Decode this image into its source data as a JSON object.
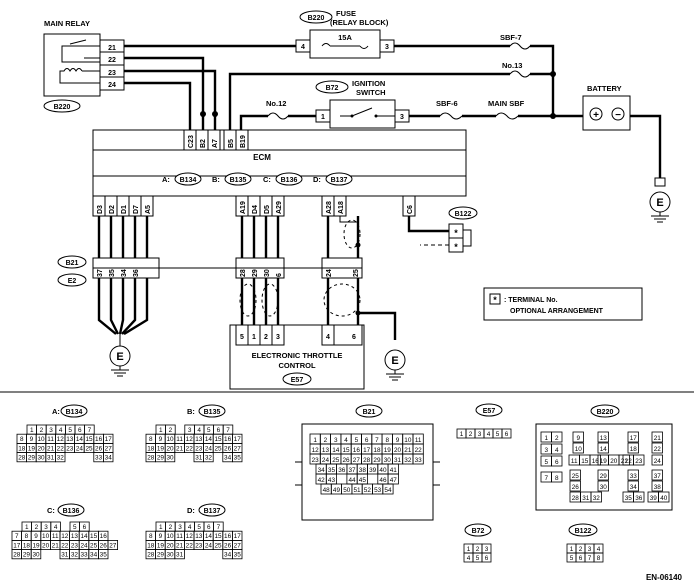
{
  "relay": {
    "title": "MAIN RELAY",
    "pins": [
      "21",
      "22",
      "23",
      "24"
    ],
    "code": "B220"
  },
  "fuse": {
    "title1": "FUSE",
    "title2": "(RELAY BLOCK)",
    "code": "B220",
    "rating": "15A",
    "pin_in": "4",
    "pin_out": "3"
  },
  "sbf7": "SBF-7",
  "no13": "No.13",
  "battery": {
    "title": "BATTERY",
    "plus": "+",
    "minus": "−"
  },
  "ignition": {
    "title1": "IGNITION",
    "title2": "SWITCH",
    "code": "B72",
    "pin1": "1",
    "pin3": "3"
  },
  "no12": "No.12",
  "sbf6": "SBF-6",
  "mainsbf": "MAIN SBF",
  "ground_letter": "E",
  "ecm": {
    "title": "ECM",
    "top_pins": [
      "C23",
      "B2",
      "A7",
      "B5",
      "B19"
    ],
    "conn_labels": [
      "A:",
      "B:",
      "C:",
      "D:"
    ],
    "conn_codes": [
      "B134",
      "B135",
      "B136",
      "B137"
    ],
    "bottom_pins": [
      "D3",
      "D2",
      "D1",
      "D7",
      "A5",
      "A19",
      "D4",
      "D5",
      "A29",
      "A28",
      "A18",
      "C6"
    ]
  },
  "b122": {
    "code": "B122",
    "pins": [
      "*",
      "*"
    ]
  },
  "b21": {
    "code": "B21",
    "pins": [
      "37",
      "35",
      "34",
      "36",
      "28",
      "29",
      "30",
      "6",
      "24",
      "25"
    ]
  },
  "e2": "E2",
  "etc": {
    "title1": "ELECTRONIC THROTTLE",
    "title2": "CONTROL",
    "code": "E57",
    "pins": [
      "5",
      "1",
      "2",
      "3",
      "4",
      "6"
    ]
  },
  "legend": {
    "marker": "*",
    "line1": ": TERMINAL No.",
    "line2": "OPTIONAL ARRANGEMENT"
  },
  "connectors": {
    "b134": {
      "prefix": "A:",
      "code": "B134",
      "rows": [
        [
          "1",
          "2",
          "3",
          "4",
          "5",
          "6",
          "7"
        ],
        [
          "8",
          "9",
          "10",
          "11",
          "12",
          "13",
          "14",
          "15",
          "16",
          "17"
        ],
        [
          "18",
          "19",
          "20",
          "21",
          "22",
          "23",
          "24",
          "25",
          "26",
          "27"
        ],
        [
          "28",
          "29",
          "30",
          "31",
          "32",
          "",
          "",
          "",
          "33",
          "34"
        ]
      ]
    },
    "b135": {
      "prefix": "B:",
      "code": "B135",
      "rows": [
        [
          "1",
          "2",
          "",
          "3",
          "4",
          "5",
          "6",
          "7"
        ],
        [
          "8",
          "9",
          "10",
          "11",
          "12",
          "13",
          "14",
          "15",
          "16",
          "17"
        ],
        [
          "18",
          "19",
          "20",
          "21",
          "22",
          "23",
          "24",
          "25",
          "26",
          "27"
        ],
        [
          "28",
          "29",
          "30",
          "",
          "",
          "31",
          "32",
          "",
          "34",
          "35"
        ]
      ]
    },
    "b21": {
      "code": "B21",
      "rows": [
        [
          "1",
          "2",
          "3",
          "4",
          "5",
          "6",
          "7",
          "8",
          "9",
          "10",
          "11"
        ],
        [
          "12",
          "13",
          "14",
          "15",
          "16",
          "17",
          "18",
          "19",
          "20",
          "21",
          "22"
        ],
        [
          "23",
          "24",
          "25",
          "26",
          "27",
          "28",
          "29",
          "30",
          "31",
          "32",
          "33"
        ],
        [
          "34",
          "35",
          "36",
          "37",
          "38",
          "39",
          "40",
          "41"
        ],
        [
          "42",
          "43",
          "",
          "44",
          "45",
          "",
          "46",
          "47"
        ],
        [
          "48",
          "49",
          "50",
          "51",
          "52",
          "53",
          "54"
        ]
      ]
    },
    "e57": {
      "code": "E57",
      "pins": [
        "1",
        "2",
        "3",
        "4",
        "5",
        "6"
      ]
    },
    "b220": {
      "code": "B220",
      "pins": [
        "1",
        "2",
        "3",
        "4",
        "5",
        "6",
        "7",
        "8",
        "9",
        "10",
        "11",
        "12",
        "13",
        "14",
        "15",
        "16",
        "17",
        "18",
        "19",
        "20",
        "21",
        "22",
        "23",
        "24",
        "25",
        "26",
        "27",
        "28",
        "29",
        "30",
        "31",
        "32",
        "33",
        "34",
        "35",
        "36",
        "37",
        "38",
        "39",
        "40"
      ]
    },
    "b136": {
      "prefix": "C:",
      "code": "B136",
      "rows": [
        [
          "1",
          "2",
          "3",
          "4",
          "",
          "5",
          "6"
        ],
        [
          "7",
          "8",
          "9",
          "10",
          "11",
          "12",
          "13",
          "14",
          "15",
          "16"
        ],
        [
          "17",
          "18",
          "19",
          "20",
          "21",
          "22",
          "23",
          "24",
          "25",
          "26",
          "27"
        ],
        [
          "28",
          "29",
          "30",
          "",
          "",
          "31",
          "32",
          "33",
          "34",
          "35"
        ]
      ]
    },
    "b137": {
      "prefix": "D:",
      "code": "B137",
      "rows": [
        [
          "1",
          "2",
          "3",
          "4",
          "5",
          "6",
          "7"
        ],
        [
          "8",
          "9",
          "10",
          "11",
          "12",
          "13",
          "14",
          "15",
          "16",
          "17"
        ],
        [
          "18",
          "19",
          "20",
          "21",
          "22",
          "23",
          "24",
          "25",
          "26",
          "27"
        ],
        [
          "28",
          "29",
          "30",
          "31",
          "",
          "",
          "",
          "",
          "34",
          "35"
        ]
      ]
    },
    "b72": {
      "code": "B72",
      "rows": [
        [
          "1",
          "2",
          "3"
        ],
        [
          "4",
          "5",
          "6"
        ]
      ]
    },
    "b122": {
      "code": "B122",
      "rows": [
        [
          "1",
          "2",
          "3",
          "4"
        ],
        [
          "5",
          "6",
          "7",
          "8"
        ]
      ]
    }
  },
  "doc_id": "EN-06140"
}
